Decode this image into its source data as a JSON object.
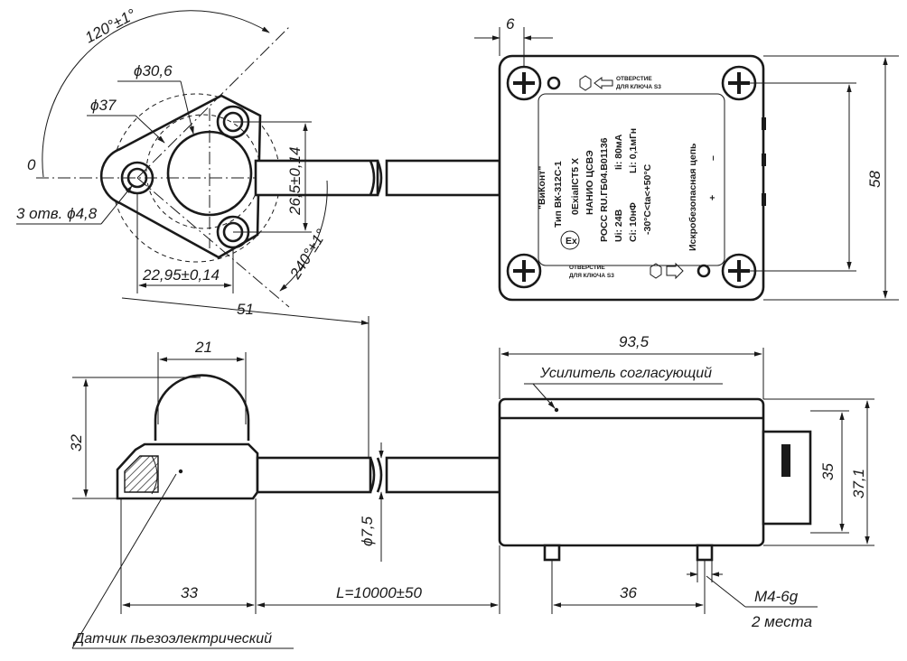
{
  "drawing": {
    "labels": {
      "sensor": "Датчик пьезоэлектрический",
      "amplifier": "Усилитель согласующий"
    },
    "dimensions": {
      "angle_120": "120°±1°",
      "d30_6": "ϕ30,6",
      "d37": "ϕ37",
      "zero": "0",
      "holes": "3 отв. ϕ4,8",
      "dim_26_5": "26,5±0,14",
      "dim_22_95": "22,95±0,14",
      "angle_240": "240°±1°",
      "dim_51": "51",
      "dim_6": "6",
      "dim_58": "58",
      "dim_21": "21",
      "dim_32": "32",
      "dim_93_5": "93,5",
      "dim_35": "35",
      "dim_37_1": "37,1",
      "d7_5": "ϕ7,5",
      "dim_33": "33",
      "length": "L=10000±50",
      "dim_36": "36",
      "thread": "M4-6g",
      "places": "2 места"
    },
    "nameplate": {
      "brand": "\"ВиКонт\"",
      "type": "Тип ВК-312С-1",
      "ex_mark": "0ExiaIICT5 X",
      "manufacturer": "НАНИО ЦСВЭ",
      "cert": "РОСС RU.ГБ04.В01136",
      "ui": "Ui: 24В",
      "ii": "Ii: 80мА",
      "ci": "Ci: 10нФ",
      "li": "Li: 0,1мГн",
      "temp": "-30°C<ta<+50°C",
      "circuit": "Искробезопасная цепь",
      "key_hole_top": [
        "ОТВЕРСТИЕ",
        "ДЛЯ КЛЮЧА S3"
      ],
      "key_hole_bottom": [
        "ОТВЕРСТИЕ",
        "ДЛЯ КЛЮЧА S3"
      ],
      "minus": "–",
      "plus": "+"
    }
  }
}
